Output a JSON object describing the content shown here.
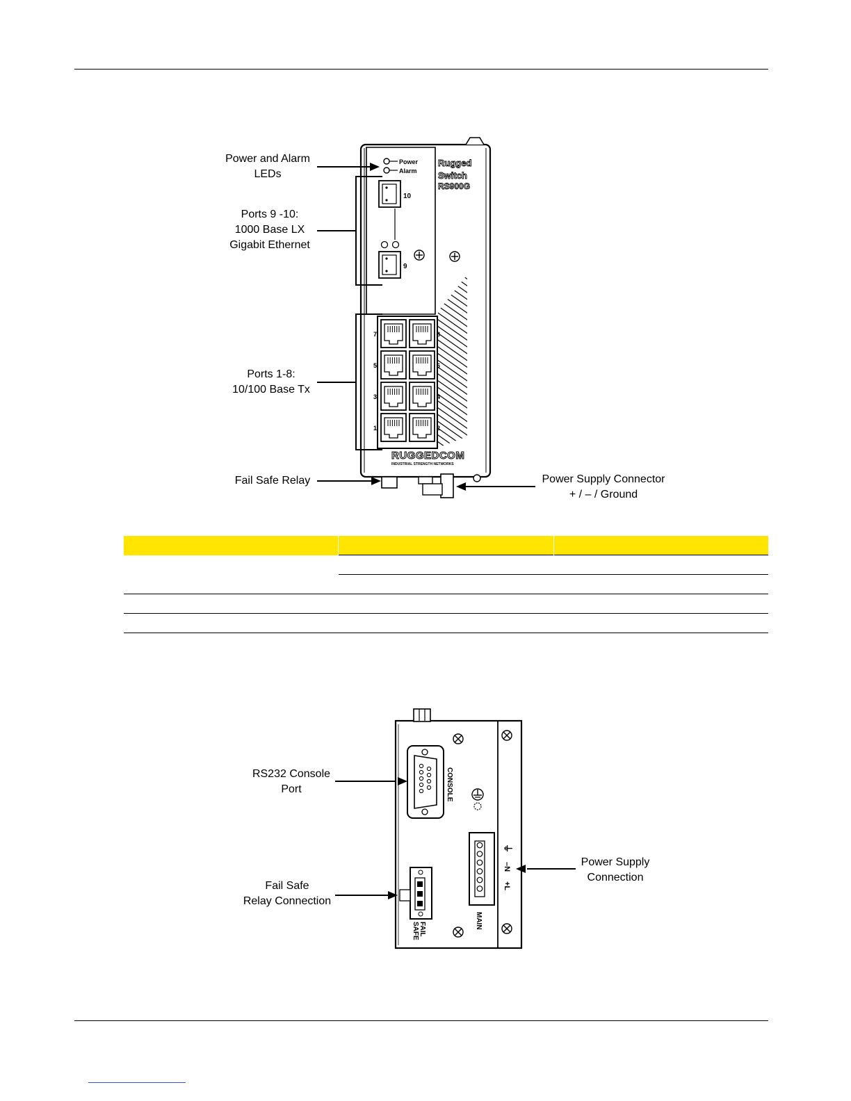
{
  "figure_front": {
    "device": {
      "led_power": "Power",
      "led_alarm": "Alarm",
      "brand_line1": "Rugged",
      "brand_line2": "Switch",
      "model": "RS900G",
      "port_10": "10",
      "port_9": "9",
      "port_labels": [
        "7",
        "8",
        "5",
        "6",
        "3",
        "4",
        "1",
        "2"
      ],
      "logo": "RUGGEDCOM",
      "logo_tagline": "INDUSTRIAL STRENGTH NETWORKS"
    },
    "callouts": {
      "power_alarm_leds": [
        "Power and Alarm",
        "LEDs"
      ],
      "ports_9_10": [
        "Ports 9 -10:",
        "1000 Base LX",
        "Gigabit Ethernet"
      ],
      "ports_1_8": [
        "Ports 1-8:",
        "10/100 Base Tx"
      ],
      "fail_safe_relay": "Fail Safe Relay",
      "power_supply_connector": [
        "Power Supply Connector",
        "+ / – / Ground"
      ]
    }
  },
  "table": {
    "header_color": "#FFE500",
    "columns": [
      "",
      "",
      ""
    ],
    "rows": [
      [
        "",
        "",
        ""
      ],
      [
        "",
        "",
        ""
      ],
      [
        "",
        "",
        ""
      ],
      [
        "",
        "",
        ""
      ]
    ]
  },
  "figure_rear": {
    "device": {
      "console": "CONSOLE",
      "main": "MAIN",
      "fail_safe": [
        "FAIL",
        "SAFE"
      ],
      "power_terminals": [
        "+L",
        "–N",
        "⏚"
      ]
    },
    "callouts": {
      "rs232_console": [
        "RS232 Console",
        "Port"
      ],
      "fail_safe_relay_connection": [
        "Fail Safe",
        "Relay Connection"
      ],
      "power_supply_connection": [
        "Power Supply",
        "Connection"
      ]
    }
  }
}
